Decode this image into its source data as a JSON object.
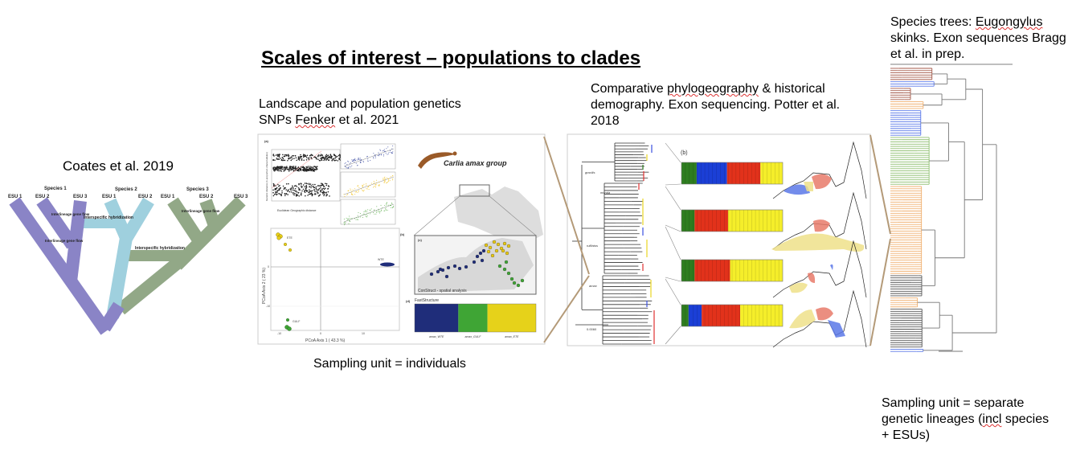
{
  "slide": {
    "title": "Scales of interest – populations to clades",
    "coates": {
      "caption": "Coates et al. 2019",
      "species": [
        "Species 1",
        "Species 2",
        "Species 3"
      ],
      "esu_labels": [
        "ESU 1",
        "ESU 2",
        "ESU 3",
        "ESU 1",
        "ESU 2",
        "ESU 1",
        "ESU 2",
        "ESU 3"
      ],
      "gene_flow_label": "Interlineage gene flow",
      "hybridization_label": "Interspecific hybridization"
    },
    "landscape": {
      "heading_line1": "Landscape and population genetics",
      "heading_line2_a": "SNPs ",
      "heading_line2_b": "Fenker",
      "heading_line2_c": " et al. 2021",
      "panel_a": "(a)",
      "panel_b": "(b)",
      "panel_c": "(c)",
      "panel_d": "(d)",
      "ibd_xlabel": "Euclidean Geographic distance",
      "ibd_ylabel": "Genetic distance (1-proportion shared alleles)",
      "species_group": "Carlia amax group",
      "construct_label": "ConStruct - spatial analysis",
      "faststructure_label": "FastStructure",
      "faststructure_groups": [
        {
          "name": "amax_WTE",
          "fraction": 0.36,
          "color": "#1f2d7a"
        },
        {
          "name": "amax_GULF",
          "fraction": 0.24,
          "color": "#3fa535"
        },
        {
          "name": "amax_ETE",
          "fraction": 0.4,
          "color": "#e6d21a"
        }
      ],
      "pcoa_xlabel": "PCoA Axis 1 ( 43.3 %)",
      "pcoa_ylabel": "PCoA Axis 2 ( 23 %)",
      "pcoa_clusters": [
        "ETE",
        "WTE",
        "GULF"
      ],
      "pcoa_xticks": [
        "-10",
        "0",
        "10"
      ],
      "pcoa_yticks": [
        "0",
        "-10"
      ],
      "ibd_xticks": [
        "0",
        "5",
        "10",
        "15"
      ],
      "sampling_unit": "Sampling unit = individuals"
    },
    "phylogeography": {
      "heading_a": "Comparative ",
      "heading_b": "phylogeography",
      "heading_c": " & historical demography. Exon sequencing. Potter et al. 2018",
      "clades": [
        "gracilis",
        "munda",
        "rufilatus",
        "amax"
      ],
      "scale_bar": "0.0060",
      "panel_b": "(b)",
      "structure_colors": {
        "green": "#2e7d1f",
        "blue": "#1b3fd6",
        "red": "#e2321b",
        "yellow": "#f5ee2a"
      },
      "structure_rows": [
        [
          [
            "green",
            0.15
          ],
          [
            "blue",
            0.3
          ],
          [
            "red",
            0.33
          ],
          [
            "yellow",
            0.22
          ]
        ],
        [
          [
            "green",
            0.13
          ],
          [
            "red",
            0.33
          ],
          [
            "yellow",
            0.54
          ]
        ],
        [
          [
            "green",
            0.13
          ],
          [
            "red",
            0.35
          ],
          [
            "yellow",
            0.52
          ]
        ],
        [
          [
            "green",
            0.07
          ],
          [
            "blue",
            0.13
          ],
          [
            "red",
            0.38
          ],
          [
            "yellow",
            0.42
          ]
        ]
      ]
    },
    "species_trees": {
      "heading_a": "Species trees: ",
      "heading_b": "Eugongylus",
      "heading_c": " skinks. Exon sequences Bragg et al. in prep.",
      "sampling_a": "Sampling unit = separate genetic lineages (",
      "sampling_b": "incl",
      "sampling_c": " species + ESUs)"
    },
    "colors": {
      "connector": "#b49a78",
      "purple": "#8a84c6",
      "lightblue": "#9fd0de",
      "sage": "#92a887"
    }
  }
}
